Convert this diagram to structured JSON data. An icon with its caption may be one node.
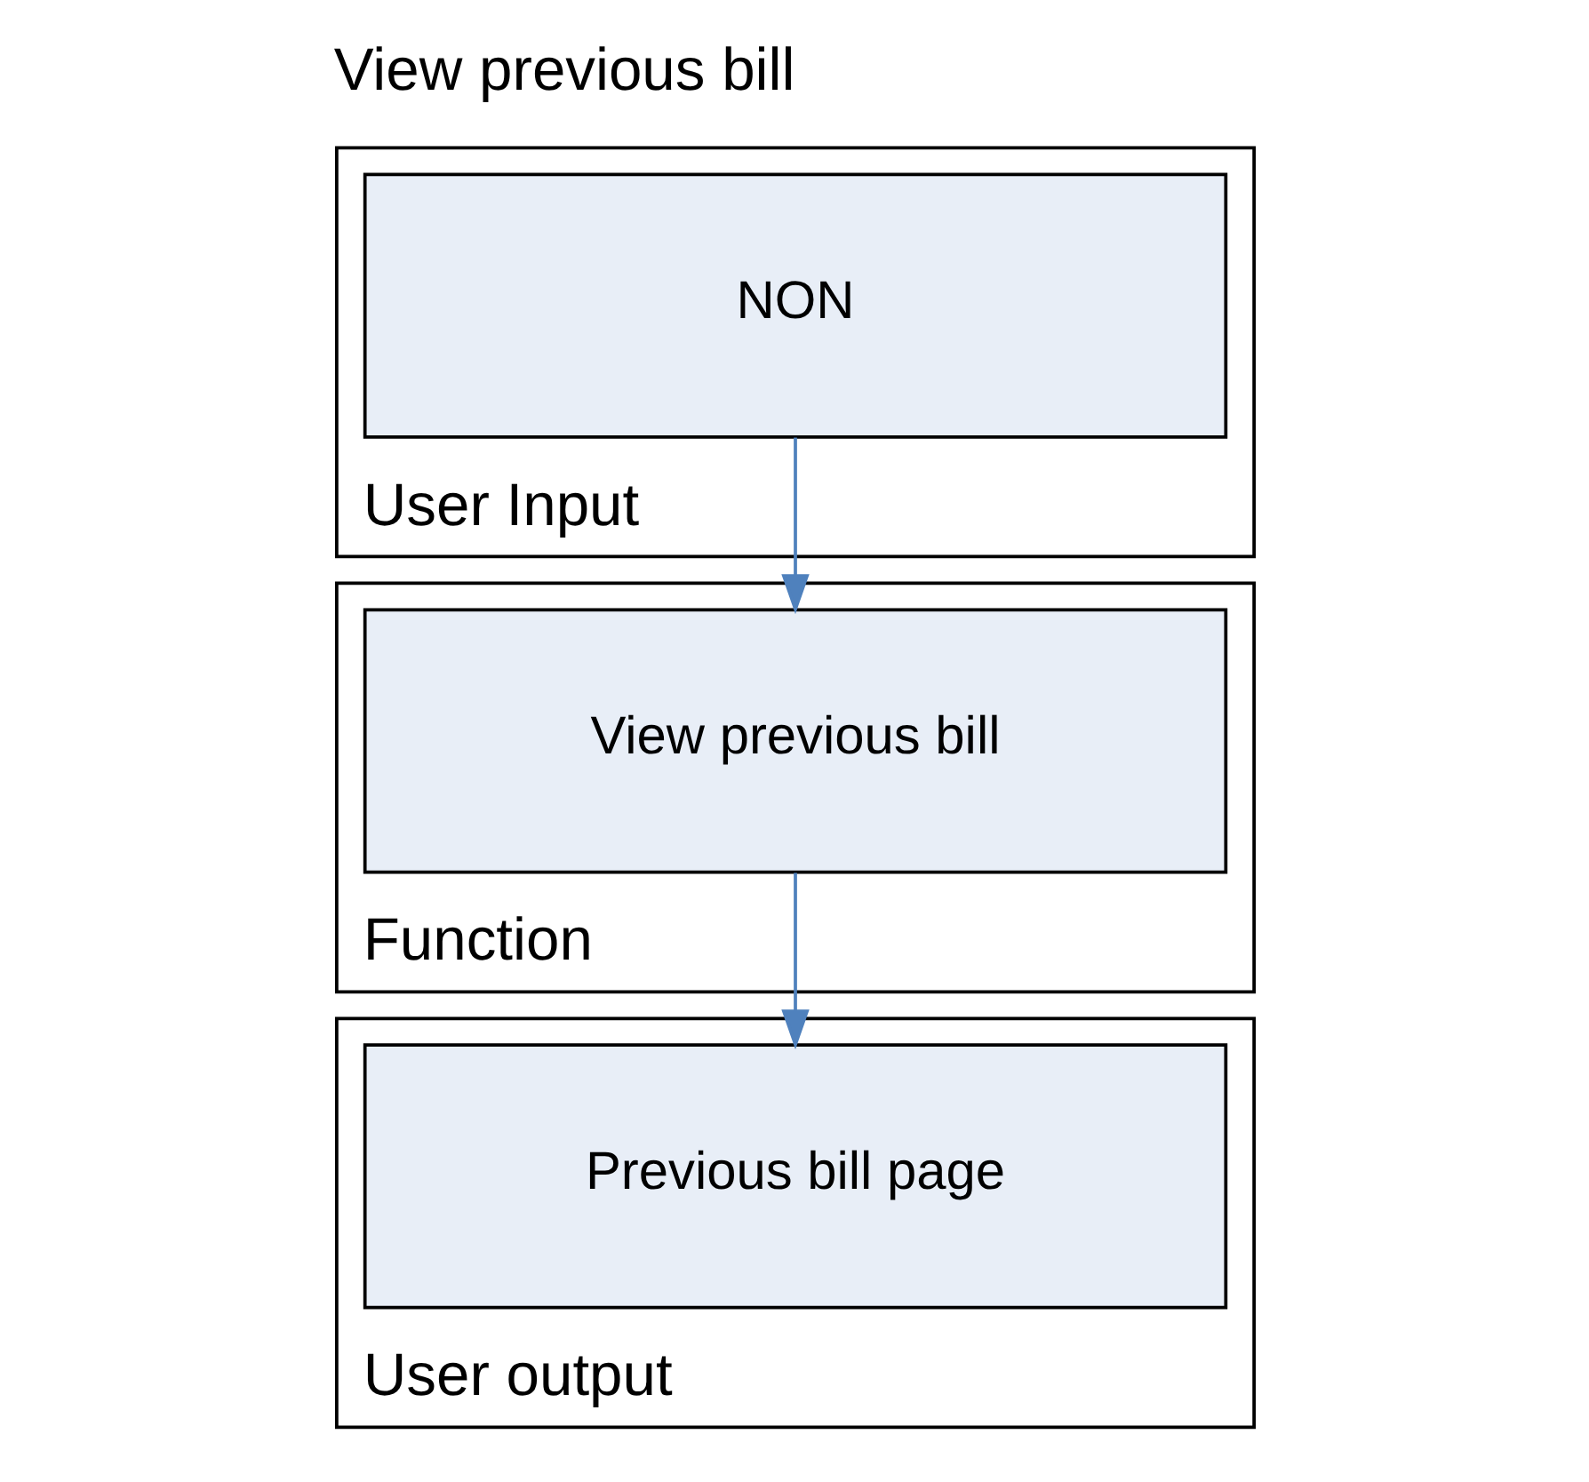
{
  "diagram": {
    "title": "View previous bill",
    "nodes": [
      {
        "text": [
          "User Input"
        ]
      },
      {
        "text": [
          "NON"
        ],
        "in": 0
      },
      {
        "text": [
          "Function"
        ]
      },
      {
        "text": [
          "View previous bill"
        ],
        "in": 2
      },
      {
        "text": [
          "User output"
        ]
      },
      {
        "text": [
          "Previous bill page"
        ],
        "in": 4
      }
    ],
    "edges": [
      {
        "from": 1,
        "to": 3,
        "arrow": "to",
        "color": "#4f81bd"
      },
      {
        "from": 3,
        "to": 5,
        "arrow": "to",
        "color": "#4f81bd"
      }
    ]
  }
}
